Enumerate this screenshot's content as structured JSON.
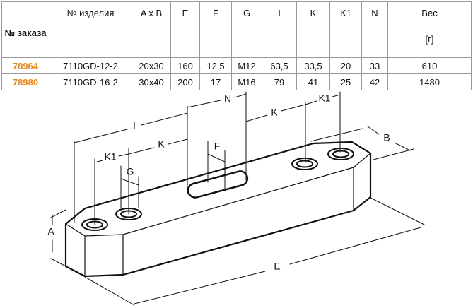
{
  "table": {
    "headers": {
      "order_no": "№ заказа",
      "item_no": "№ изделия",
      "axb": "A x B",
      "e": "E",
      "f": "F",
      "g": "G",
      "i": "I",
      "k": "K",
      "k1": "K1",
      "n": "N",
      "weight": "Вес",
      "weight_unit": "[г]"
    },
    "rows": [
      {
        "order_no": "78964",
        "item_no": "7110GD-12-2",
        "axb": "20x30",
        "e": "160",
        "f": "12,5",
        "g": "M12",
        "i": "63,5",
        "k": "33,5",
        "k1": "20",
        "n": "33",
        "weight": "610"
      },
      {
        "order_no": "78980",
        "item_no": "7110GD-16-2",
        "axb": "30x40",
        "e": "200",
        "f": "17",
        "g": "M16",
        "i": "79",
        "k": "41",
        "k1": "25",
        "n": "42",
        "weight": "1480"
      }
    ],
    "accent_color": "#e8891a"
  },
  "drawing": {
    "labels": {
      "i": "I",
      "n": "N",
      "k_right": "K",
      "k1_right": "K1",
      "k_left": "K",
      "k1_left": "K1",
      "f": "F",
      "g": "G",
      "b": "B",
      "a": "A",
      "e": "E"
    }
  }
}
